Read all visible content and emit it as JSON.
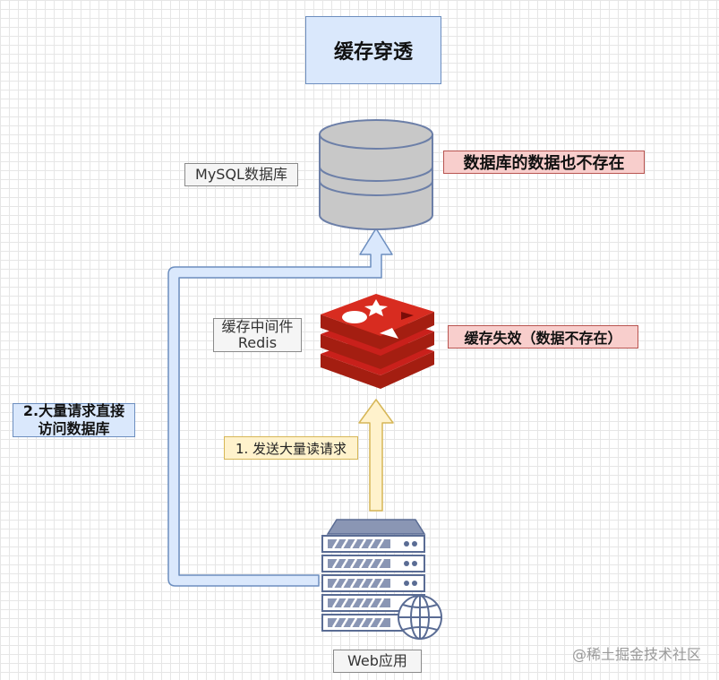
{
  "title": "缓存穿透",
  "nodes": {
    "mysql_label": "MySQL数据库",
    "db_missing": "数据库的数据也不存在",
    "redis_label_line1": "缓存中间件",
    "redis_label_line2": "Redis",
    "cache_miss": "缓存失效（数据不存在）",
    "web_label": "Web应用"
  },
  "edges": {
    "send_reads": "1. 发送大量读请求",
    "direct_db_line1": "2.大量请求直接",
    "direct_db_line2": "访问数据库"
  },
  "watermark": "@稀土掘金技术社区",
  "colors": {
    "title_fill": "#dae8fc",
    "red_fill": "#f8cecc",
    "yellow_fill": "#fff2cc",
    "blue_fill": "#dae8fc",
    "redis_red": "#c9201b",
    "server_blue": "#5a6c94"
  },
  "icons": [
    "database-icon",
    "redis-icon",
    "server-icon",
    "globe-icon"
  ]
}
